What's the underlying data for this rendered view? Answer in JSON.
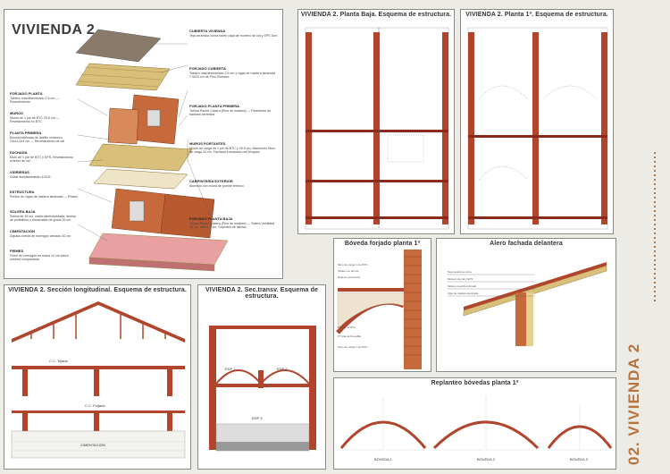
{
  "side_title": "02. VIVIENDA 2",
  "panels": {
    "main": {
      "title": "VIVIENDA 2",
      "notes_right": [
        {
          "head": "CUBIERTA VIVIENDA",
          "text": "Teja cerámica curva sobre capa de mortero de cal y EPS 3cm"
        },
        {
          "head": "FORJADO CUBIERTA",
          "text": "Tablero machihembrado 2.5 cm y vigas de madera laminada 7.5x15 cm de Pino Silvestre"
        },
        {
          "head": "FORJADO PLANTA PRIMERA",
          "text": "Tarima Parzet Casera (Pino de madera) — Pavimento de baldosa cerámica"
        },
        {
          "head": "MUROS PORTANTES",
          "text": "Muros de carga de 1 pie de BTC y 29.5 cm, Machones Muro de carga 24 cm, Fachada enfoscado con bloques"
        },
        {
          "head": "CARPINTERÍA EXTERIOR",
          "text": "Aluminio con rotura de puente térmico"
        },
        {
          "head": "FORJADO PLANTA BAJA",
          "text": "Tarima Parzet Casera (Pino de madera) — Solera Ventilada 15 cm, solera 3 cm, Soportes de fábrica"
        }
      ],
      "notes_left": [
        {
          "head": "FORJADO PLANTA",
          "text": "Tablero machihembrado 2.5 cm — Revestimiento"
        },
        {
          "head": "MUROS",
          "text": "Muros de 1 pie de BTC 29.5 cm — Revestimiento en BTC"
        },
        {
          "head": "PLANTA PRIMERA",
          "text": "Bóveda tabicada de ladrillo cerámico 24x11.5x4 cm — Revestimiento de cal"
        },
        {
          "head": "FACHADA",
          "text": "Muro de 1 pie de BTC y EPS, Revestimiento exterior de cal"
        },
        {
          "head": "VIDRIERAS",
          "text": "Doble acristalamiento 4/12/6"
        },
        {
          "head": "ESTRUCTURA",
          "text": "Pórtico de vigas de madera laminada — Pilares"
        },
        {
          "head": "SOLERA BAJA",
          "text": "Solera de 15 cm, malla electrosoldada, lámina de polietileno y encachado de grava 20 cm"
        },
        {
          "head": "CIMENTACIÓN",
          "text": "Zapata corrida de hormigón armado 30 cm"
        },
        {
          "head": "FIRMES",
          "text": "Firme de hormigón en masa 10 cm sobre zahorra compactada"
        }
      ]
    },
    "seccion_long": {
      "title": "VIVIENDA 2. Sección longitudinal. Esquema de estructura.",
      "labels": [
        "C.C. Tejado",
        "C.C. Forjado",
        "CIMENTACIÓN"
      ]
    },
    "seccion_trans": {
      "title": "VIVIENDA 2. Sec.transv. Esquema de estructura.",
      "labels": [
        "EDP 1",
        "EDP 2",
        "EDP 3"
      ]
    },
    "planta_baja": {
      "title": "VIVIENDA 2. Planta Baja. Esquema de estructura."
    },
    "planta_1": {
      "title": "VIVIENDA 2. Planta 1ª. Esquema de estructura."
    },
    "boveda_forjado": {
      "title": "Bóveda forjado planta 1ª",
      "labels": [
        "Muro de carga 1 pie BTC",
        "Tablero de tarima",
        "Relleno estructural",
        "1ª hoja de BTC",
        "2ª hoja de bovedilla",
        "Muro de carga 1 pie BTC"
      ]
    },
    "alero": {
      "title": "Alero fachada delantera",
      "labels": [
        "Teja cerámica curva",
        "Mortero de cal y EPS",
        "Tablero machihembrado",
        "Viga de madera laminada"
      ]
    },
    "replanteo": {
      "title": "Replanteo bóvedas planta 1ª",
      "vaults": [
        "BÓVEDA 1",
        "BÓVEDA 2",
        "BÓVEDA 3"
      ]
    }
  }
}
